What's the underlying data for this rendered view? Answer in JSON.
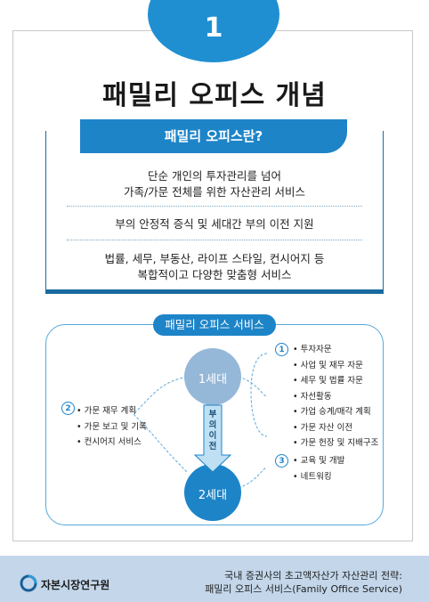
{
  "chapter_number": "1",
  "title": "패밀리 오피스 개념",
  "definition": {
    "header": "패밀리 오피스란?",
    "items": [
      {
        "line1": "단순 개인의 투자관리를 넘어",
        "line2": "가족/가문 전체를 위한 자산관리 서비스"
      },
      {
        "line1": "부의 안정적 증식 및 세대간 부의 이전 지원",
        "line2": ""
      },
      {
        "line1": "법률, 세무, 부동산, 라이프 스타일, 컨시어지 등",
        "line2": "복합적이고 다양한 맞춤형 서비스"
      }
    ]
  },
  "services": {
    "header": "패밀리 오피스 서비스",
    "gen1": "1세대",
    "gen2": "2세대",
    "arrow_text": [
      "부",
      "의",
      "이",
      "전"
    ],
    "group1": {
      "badge": "1",
      "items": [
        "• 투자자문",
        "• 사업 및 재무 자문",
        "• 세무 및 법률 자문",
        "• 자선활동",
        "• 가업 승계/매각 계획",
        "• 가문 자산 이전",
        "• 가문 헌장 및 지배구조"
      ]
    },
    "group2": {
      "badge": "2",
      "items": [
        "• 가문 재무 계획",
        "• 가문 보고 및 기록",
        "• 컨시어지 서비스"
      ]
    },
    "group3": {
      "badge": "3",
      "items": [
        "• 교육 및 개발",
        "• 네트워킹"
      ]
    }
  },
  "footer": {
    "logo_text": "자본시장연구원",
    "title_line1": "국내 증권사의 초고액자산가  자산관리 전략:",
    "title_line2": "패밀리 오피스 서비스(Family Office Service)"
  },
  "colors": {
    "primary": "#1d84c8",
    "dark": "#1a6aa0",
    "circle": "#96b8d8",
    "footer": "#c3d6ea"
  }
}
